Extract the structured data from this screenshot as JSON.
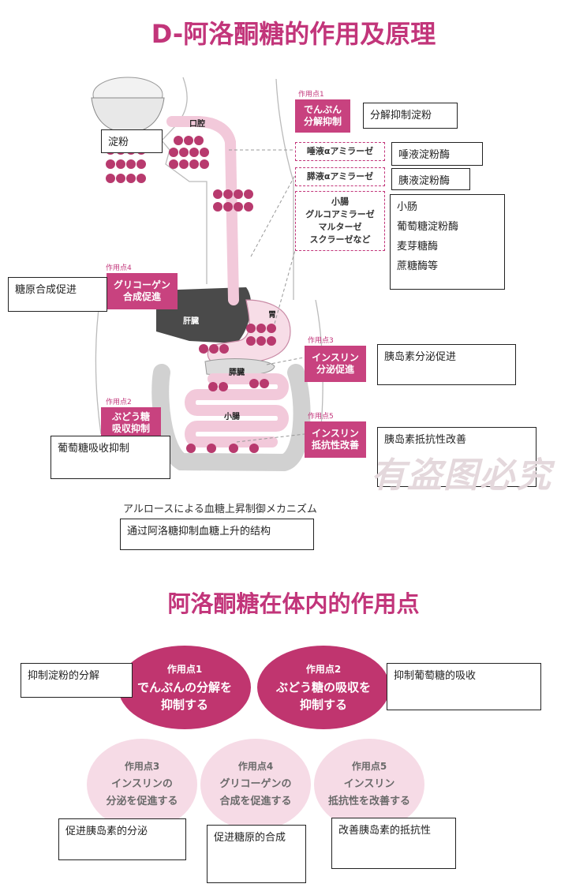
{
  "top": {
    "title": "D-阿洛酮糖的作用及原理",
    "caption_jp": "アルロースによる血糖上昇制御メカニズム",
    "caption_cn": "通过阿洛糖抑制血糖上升的结构"
  },
  "organs": {
    "mouth": "口腔",
    "liver": "肝臓",
    "stomach": "胃",
    "pancreas": "膵臓",
    "small_intestine": "小腸"
  },
  "action_points": [
    {
      "tag": "作用点1",
      "label": "でんぷん\n分解抑制",
      "note": "分解抑制淀粉"
    },
    {
      "tag": "作用点4",
      "label": "グリコーゲン\n合成促進",
      "note": "糖原合成促进"
    },
    {
      "tag": "作用点3",
      "label": "インスリン\n分泌促進",
      "note": "胰岛素分泌促进"
    },
    {
      "tag": "作用点2",
      "label": "ぶどう糖\n吸収抑制",
      "note": "葡萄糖吸收抑制"
    },
    {
      "tag": "作用点5",
      "label": "インスリン\n抵抗性改善",
      "note": "胰岛素抵抗性改善"
    }
  ],
  "enzymes": [
    {
      "label": "唾液αアミラーゼ",
      "note": "唾液淀粉酶"
    },
    {
      "label": "膵液αアミラーゼ",
      "note": "胰液淀粉酶"
    },
    {
      "label": "小腸\nグルコアミラーゼ\nマルターゼ\nスクラーゼなど",
      "note": "小肠\n葡萄糖淀粉酶\n麦芽糖酶\n蔗糖酶等"
    }
  ],
  "starch_note": "淀粉",
  "watermark": "有盗图必究",
  "bottom": {
    "title": "阿洛酮糖在体内的作用点",
    "circles": [
      {
        "point": "作用点1",
        "text": "でんぷんの分解を\n抑制する",
        "note": "抑制淀粉的分解"
      },
      {
        "point": "作用点2",
        "text": "ぶどう糖の吸収を\n抑制する",
        "note": "抑制葡萄糖的吸收"
      },
      {
        "point": "作用点3",
        "text": "インスリンの\n分泌を促進する",
        "note": "促进胰岛素的分泌"
      },
      {
        "point": "作用点4",
        "text": "グリコーゲンの\n合成を促進する",
        "note": "促进糖原的合成"
      },
      {
        "point": "作用点5",
        "text": "インスリン\n抵抗性を改善する",
        "note": "改善胰岛素的抵抗性"
      }
    ]
  },
  "colors": {
    "magenta": "#c8427f",
    "dark_circle": "#c0356f",
    "light_circle": "#f6dbe6",
    "tract": "#f7dde7",
    "liver": "#4a4a4a"
  }
}
